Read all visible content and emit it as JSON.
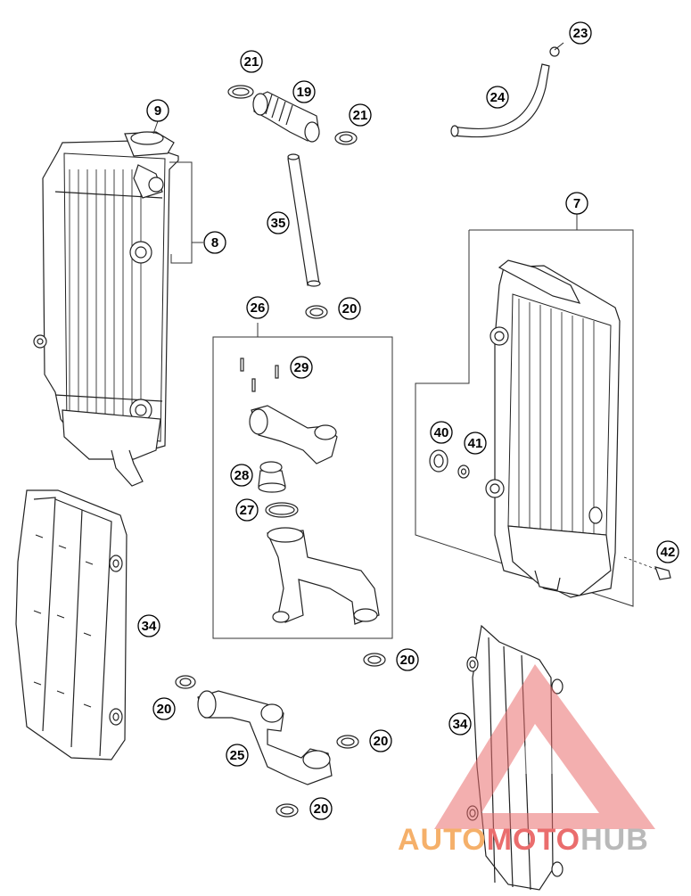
{
  "callouts": [
    "23",
    "21",
    "19",
    "21",
    "24",
    "9",
    "7",
    "35",
    "8",
    "20",
    "26",
    "29",
    "40",
    "41",
    "28",
    "27",
    "42",
    "34",
    "20",
    "20",
    "20",
    "25",
    "20",
    "34"
  ],
  "watermark": {
    "part1": "AUTO",
    "part2": "MOTO",
    "part3": "HUB",
    "colors": {
      "orange": "#f5b06a",
      "red": "#ea6d6d",
      "gray": "#b9b9b9"
    }
  }
}
